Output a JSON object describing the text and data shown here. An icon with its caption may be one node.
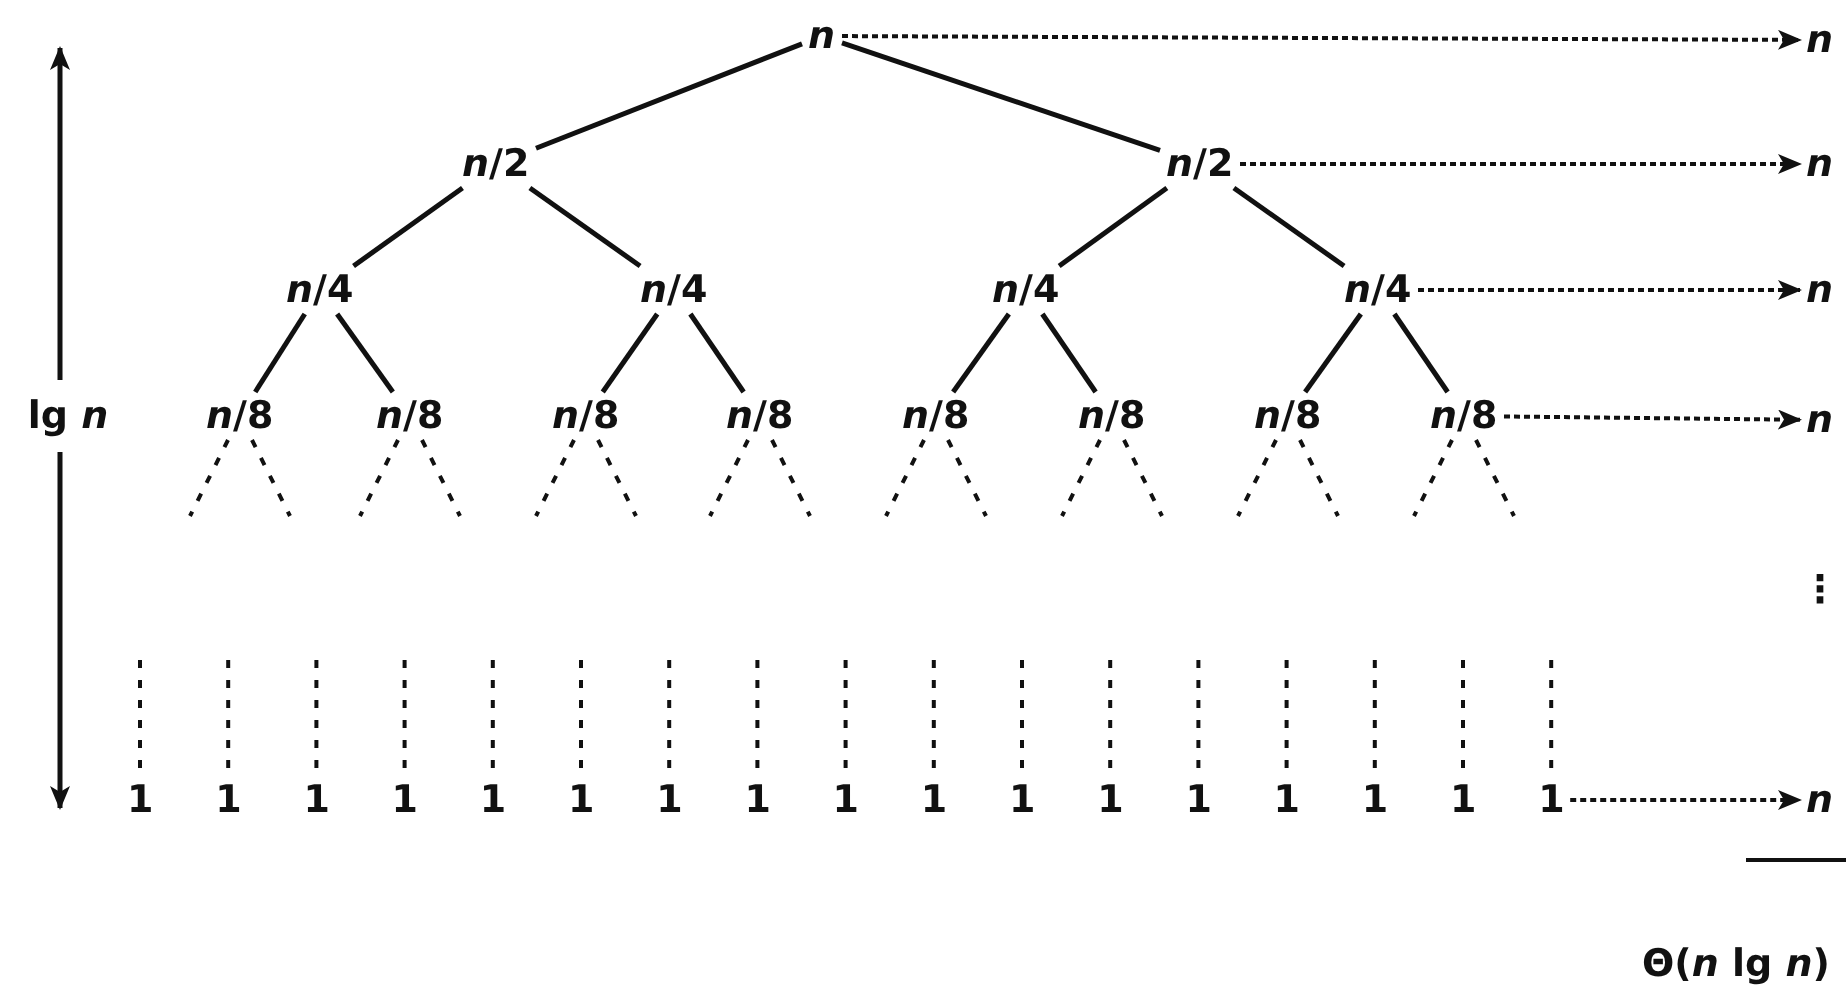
{
  "diagram": {
    "nodes": [
      {
        "text": [
          "n"
        ]
      },
      {
        "text": [
          "*n*/2"
        ]
      },
      {
        "text": [
          "*n*/2"
        ]
      },
      {
        "text": [
          "*n*/4"
        ]
      },
      {
        "text": [
          "*n*/4"
        ]
      },
      {
        "text": [
          "*n*/4"
        ]
      },
      {
        "text": [
          "*n*/4"
        ]
      },
      {
        "text": [
          "*n*/8"
        ]
      },
      {
        "text": [
          "*n*/8"
        ]
      },
      {
        "text": [
          "*n*/8"
        ]
      },
      {
        "text": [
          "*n*/8"
        ]
      },
      {
        "text": [
          "*n*/8"
        ]
      },
      {
        "text": [
          "*n*/8"
        ]
      },
      {
        "text": [
          "*n*/8"
        ]
      },
      {
        "text": [
          "*n*/8"
        ]
      },
      {
        "text": [
          "1"
        ]
      },
      {
        "text": [
          "1"
        ]
      },
      {
        "text": [
          "1"
        ]
      },
      {
        "text": [
          "1"
        ]
      },
      {
        "text": [
          "1"
        ]
      },
      {
        "text": [
          "1"
        ]
      },
      {
        "text": [
          "1"
        ]
      },
      {
        "text": [
          "1"
        ]
      },
      {
        "text": [
          "1"
        ]
      },
      {
        "text": [
          "1"
        ]
      },
      {
        "text": [
          "1"
        ]
      },
      {
        "text": [
          "1"
        ]
      },
      {
        "text": [
          "1"
        ]
      },
      {
        "text": [
          "1"
        ]
      },
      {
        "text": [
          "1"
        ]
      },
      {
        "text": [
          "1"
        ]
      },
      {
        "text": [
          "1"
        ]
      },
      {
        "text": [
          "n"
        ]
      },
      {
        "text": [
          "n"
        ]
      },
      {
        "text": [
          "n"
        ]
      },
      {
        "text": [
          "n"
        ]
      },
      {
        "text": [
          "n"
        ]
      }
    ],
    "edges": [
      {
        "from": 0,
        "to": 1,
        "arrow": "none"
      },
      {
        "from": 0,
        "to": 2,
        "arrow": "none"
      },
      {
        "from": 1,
        "to": 3,
        "arrow": "none"
      },
      {
        "from": 1,
        "to": 4,
        "arrow": "none"
      },
      {
        "from": 2,
        "to": 5,
        "arrow": "none"
      },
      {
        "from": 2,
        "to": 6,
        "arrow": "none"
      },
      {
        "from": 3,
        "to": 7,
        "arrow": "none"
      },
      {
        "from": 3,
        "to": 8,
        "arrow": "none"
      },
      {
        "from": 4,
        "to": 9,
        "arrow": "none"
      },
      {
        "from": 4,
        "to": 10,
        "arrow": "none"
      },
      {
        "from": 5,
        "to": 11,
        "arrow": "none"
      },
      {
        "from": 5,
        "to": 12,
        "arrow": "none"
      },
      {
        "from": 6,
        "to": 13,
        "arrow": "none"
      },
      {
        "from": 6,
        "to": 14,
        "arrow": "none"
      },
      {
        "from": 0,
        "to": 32,
        "arrow": "to",
        "style": "dashed"
      },
      {
        "from": 2,
        "to": 33,
        "arrow": "to",
        "style": "dashed"
      },
      {
        "from": 6,
        "to": 34,
        "arrow": "to",
        "style": "dashed"
      },
      {
        "from": 14,
        "to": 35,
        "arrow": "to",
        "style": "dashed"
      },
      {
        "from": 31,
        "to": 36,
        "arrow": "to",
        "style": "dashed"
      },
      {
        "from": 7,
        "to": null,
        "arrow": "none",
        "style": "dashed"
      },
      {
        "from": 7,
        "to": null,
        "arrow": "none",
        "style": "dashed"
      },
      {
        "from": 8,
        "to": null,
        "arrow": "none",
        "style": "dashed"
      },
      {
        "from": 8,
        "to": null,
        "arrow": "none",
        "style": "dashed"
      },
      {
        "from": 9,
        "to": null,
        "arrow": "none",
        "style": "dashed"
      },
      {
        "from": 9,
        "to": null,
        "arrow": "none",
        "style": "dashed"
      },
      {
        "from": 10,
        "to": null,
        "arrow": "none",
        "style": "dashed"
      },
      {
        "from": 10,
        "to": null,
        "arrow": "none",
        "style": "dashed"
      },
      {
        "from": 11,
        "to": null,
        "arrow": "none",
        "style": "dashed"
      },
      {
        "from": 11,
        "to": null,
        "arrow": "none",
        "style": "dashed"
      },
      {
        "from": 12,
        "to": null,
        "arrow": "none",
        "style": "dashed"
      },
      {
        "from": 12,
        "to": null,
        "arrow": "none",
        "style": "dashed"
      },
      {
        "from": 13,
        "to": null,
        "arrow": "none",
        "style": "dashed"
      },
      {
        "from": 13,
        "to": null,
        "arrow": "none",
        "style": "dashed"
      },
      {
        "from": 14,
        "to": null,
        "arrow": "none",
        "style": "dashed"
      },
      {
        "from": 14,
        "to": null,
        "arrow": "none",
        "style": "dashed"
      },
      {
        "from": null,
        "to": 15,
        "arrow": "none",
        "style": "dashed"
      },
      {
        "from": null,
        "to": 16,
        "arrow": "none",
        "style": "dashed"
      },
      {
        "from": null,
        "to": 17,
        "arrow": "none",
        "style": "dashed"
      },
      {
        "from": null,
        "to": 18,
        "arrow": "none",
        "style": "dashed"
      },
      {
        "from": null,
        "to": 19,
        "arrow": "none",
        "style": "dashed"
      },
      {
        "from": null,
        "to": 20,
        "arrow": "none",
        "style": "dashed"
      },
      {
        "from": null,
        "to": 21,
        "arrow": "none",
        "style": "dashed"
      },
      {
        "from": null,
        "to": 22,
        "arrow": "none",
        "style": "dashed"
      },
      {
        "from": null,
        "to": 23,
        "arrow": "none",
        "style": "dashed"
      },
      {
        "from": null,
        "to": 24,
        "arrow": "none",
        "style": "dashed"
      },
      {
        "from": null,
        "to": 25,
        "arrow": "none",
        "style": "dashed"
      },
      {
        "from": null,
        "to": 26,
        "arrow": "none",
        "style": "dashed"
      },
      {
        "from": null,
        "to": 27,
        "arrow": "none",
        "style": "dashed"
      },
      {
        "from": null,
        "to": 28,
        "arrow": "none",
        "style": "dashed"
      },
      {
        "from": null,
        "to": 29,
        "arrow": "none",
        "style": "dashed"
      },
      {
        "from": null,
        "to": 30,
        "arrow": "none",
        "style": "dashed"
      },
      {
        "from": null,
        "to": 31,
        "arrow": "none",
        "style": "dashed"
      }
    ],
    "labels": [
      "lg *n*",
      "⋮",
      "Θ(*n* lg *n*)"
    ]
  }
}
